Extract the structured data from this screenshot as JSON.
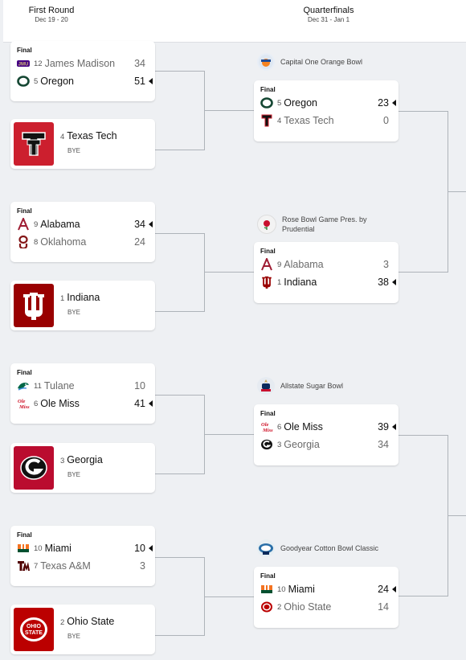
{
  "rounds": {
    "first": {
      "title": "First Round",
      "dates": "Dec 19 - 20"
    },
    "qf": {
      "title": "Quarterfinals",
      "dates": "Dec 31 - Jan 1"
    }
  },
  "final_label": "Final",
  "bye_label": "BYE",
  "first_round": [
    {
      "top": {
        "seed": "12",
        "name": "James Madison",
        "score": "34",
        "logo": "james-madison-logo"
      },
      "bottom": {
        "seed": "5",
        "name": "Oregon",
        "score": "51",
        "logo": "oregon-logo"
      }
    },
    {
      "top": {
        "seed": "9",
        "name": "Alabama",
        "score": "34",
        "logo": "alabama-logo"
      },
      "bottom": {
        "seed": "8",
        "name": "Oklahoma",
        "score": "24",
        "logo": "oklahoma-logo"
      }
    },
    {
      "top": {
        "seed": "11",
        "name": "Tulane",
        "score": "10",
        "logo": "tulane-logo"
      },
      "bottom": {
        "seed": "6",
        "name": "Ole Miss",
        "score": "41",
        "logo": "ole-miss-logo"
      }
    },
    {
      "top": {
        "seed": "10",
        "name": "Miami",
        "score": "10",
        "logo": "miami-logo"
      },
      "bottom": {
        "seed": "7",
        "name": "Texas A&M",
        "score": "3",
        "logo": "texas-am-logo"
      }
    }
  ],
  "byes": [
    {
      "seed": "4",
      "name": "Texas Tech",
      "logo": "texas-tech-logo",
      "color": "#cc1f2e"
    },
    {
      "seed": "1",
      "name": "Indiana",
      "logo": "indiana-logo",
      "color": "#990000"
    },
    {
      "seed": "3",
      "name": "Georgia",
      "logo": "georgia-logo",
      "color": "#ba0c2f"
    },
    {
      "seed": "2",
      "name": "Ohio State",
      "logo": "ohio-state-logo",
      "color": "#bb0000"
    }
  ],
  "quarterfinals": [
    {
      "bowl": "Capital One Orange Bowl",
      "top": {
        "seed": "5",
        "name": "Oregon",
        "score": "23",
        "logo": "oregon-logo"
      },
      "bottom": {
        "seed": "4",
        "name": "Texas Tech",
        "score": "0",
        "logo": "texas-tech-logo"
      }
    },
    {
      "bowl": "Rose Bowl Game Pres. by Prudential",
      "top": {
        "seed": "9",
        "name": "Alabama",
        "score": "3",
        "logo": "alabama-logo"
      },
      "bottom": {
        "seed": "1",
        "name": "Indiana",
        "score": "38",
        "logo": "indiana-logo"
      }
    },
    {
      "bowl": "Allstate Sugar Bowl",
      "top": {
        "seed": "6",
        "name": "Ole Miss",
        "score": "39",
        "logo": "ole-miss-logo"
      },
      "bottom": {
        "seed": "3",
        "name": "Georgia",
        "score": "34",
        "logo": "georgia-logo"
      }
    },
    {
      "bowl": "Goodyear Cotton Bowl Classic",
      "top": {
        "seed": "10",
        "name": "Miami",
        "score": "24",
        "logo": "miami-logo"
      },
      "bottom": {
        "seed": "2",
        "name": "Ohio State",
        "score": "14",
        "logo": "ohio-state-logo"
      }
    }
  ],
  "colors": {
    "line": "#aeb3b9",
    "card": "#ffffff",
    "background": "#eef0f3",
    "oregon": "#154733",
    "red": "#cc0000",
    "miami_green": "#005030",
    "miami_orange": "#f47321"
  }
}
